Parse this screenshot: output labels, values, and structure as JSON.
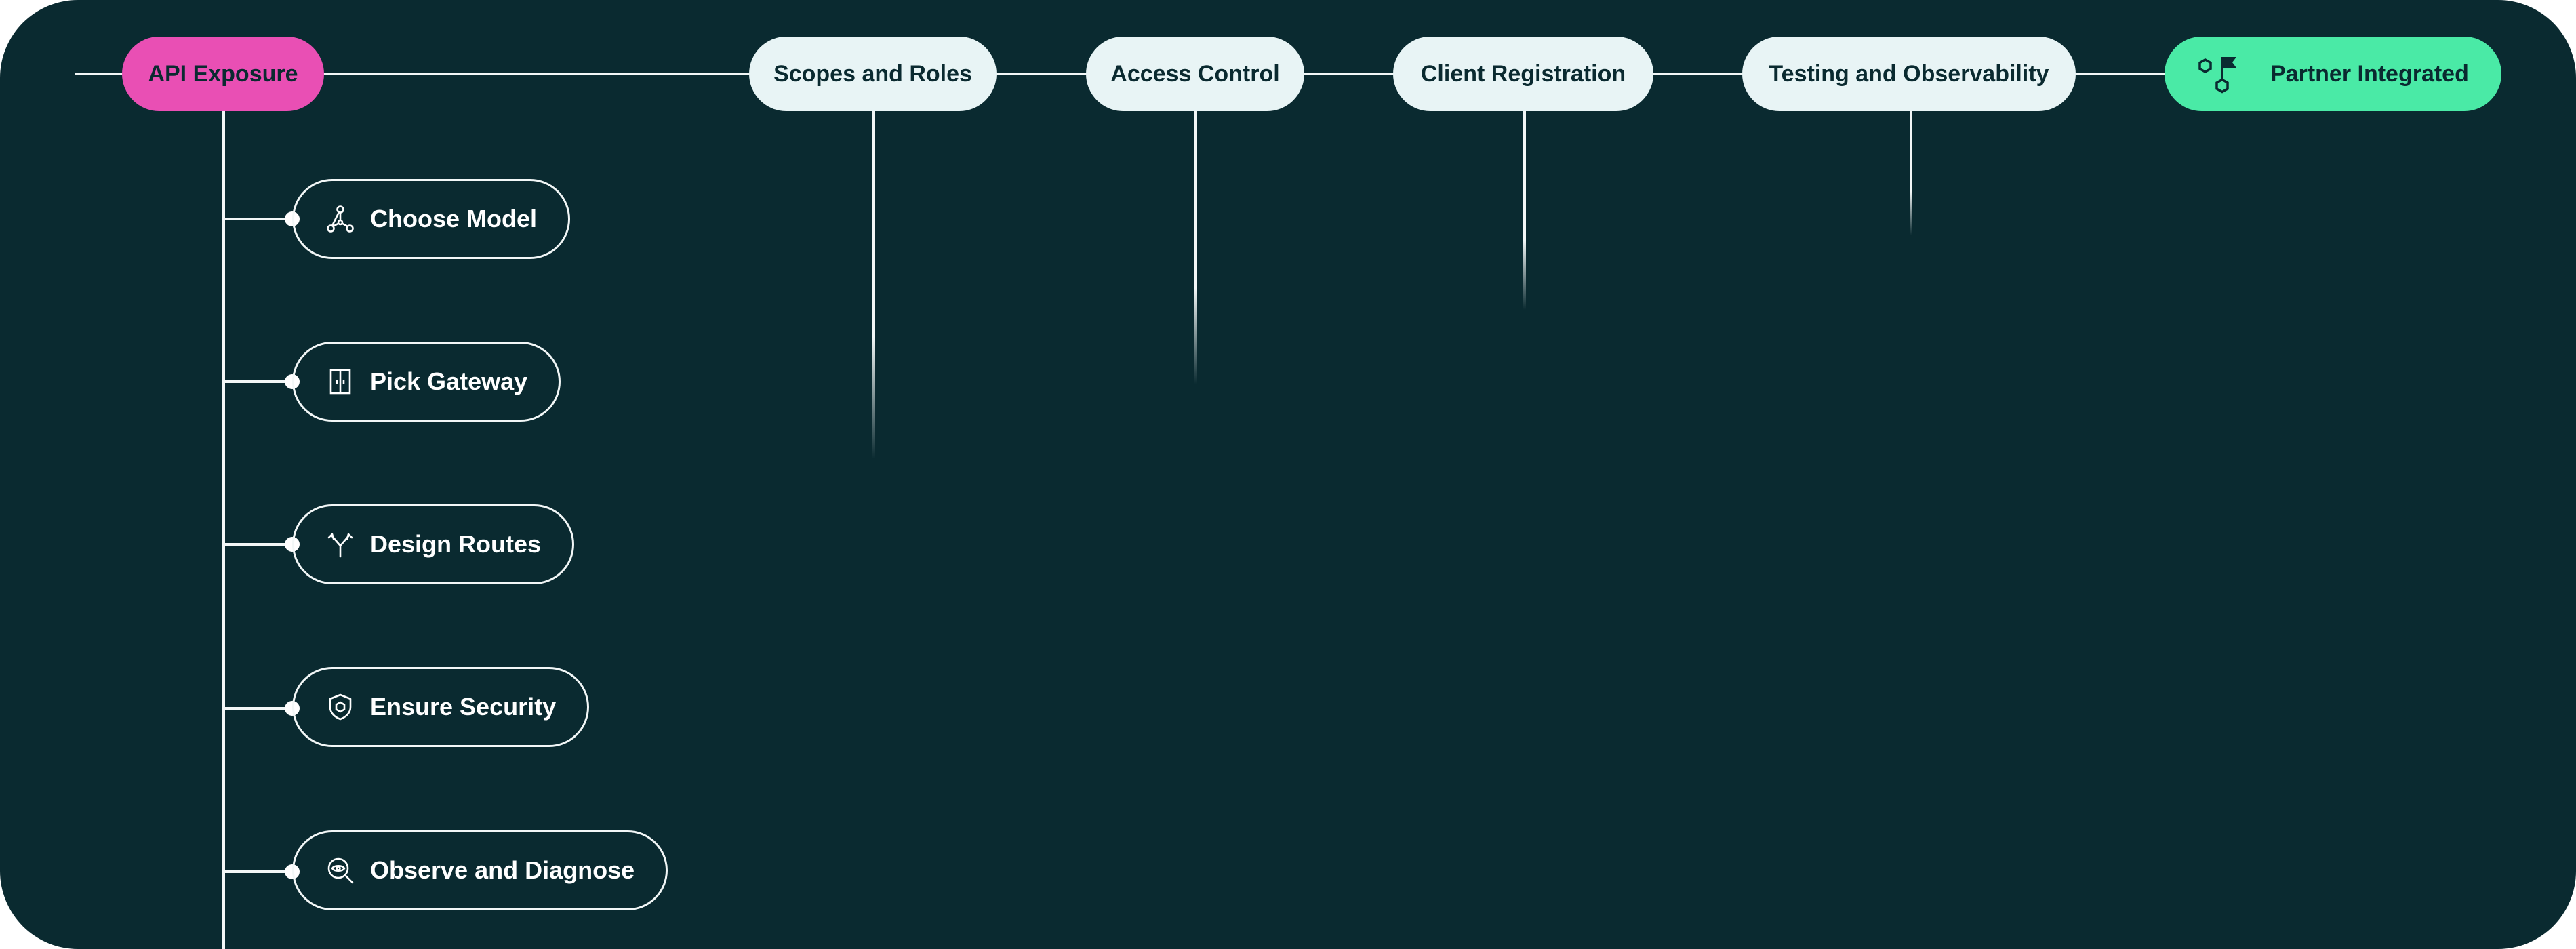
{
  "colors": {
    "background": "#0a2a30",
    "start_node": "#e94fb4",
    "end_node": "#4aeaa6",
    "light_node": "#e8f4f5",
    "line": "#f2f7f7"
  },
  "main_flow": {
    "start": {
      "label": "API Exposure"
    },
    "steps": [
      {
        "label": "Scopes and Roles"
      },
      {
        "label": "Access Control"
      },
      {
        "label": "Client Registration"
      },
      {
        "label": "Testing and Observability"
      }
    ],
    "end": {
      "label": "Partner Integrated",
      "icon": "goal-flag-icon"
    }
  },
  "sub_steps": [
    {
      "label": "Choose Model",
      "icon": "hierarchy-icon"
    },
    {
      "label": "Pick Gateway",
      "icon": "door-icon"
    },
    {
      "label": "Design Routes",
      "icon": "split-arrows-icon"
    },
    {
      "label": "Ensure Security",
      "icon": "shield-icon"
    },
    {
      "label": "Observe and Diagnose",
      "icon": "eye-search-icon"
    }
  ]
}
